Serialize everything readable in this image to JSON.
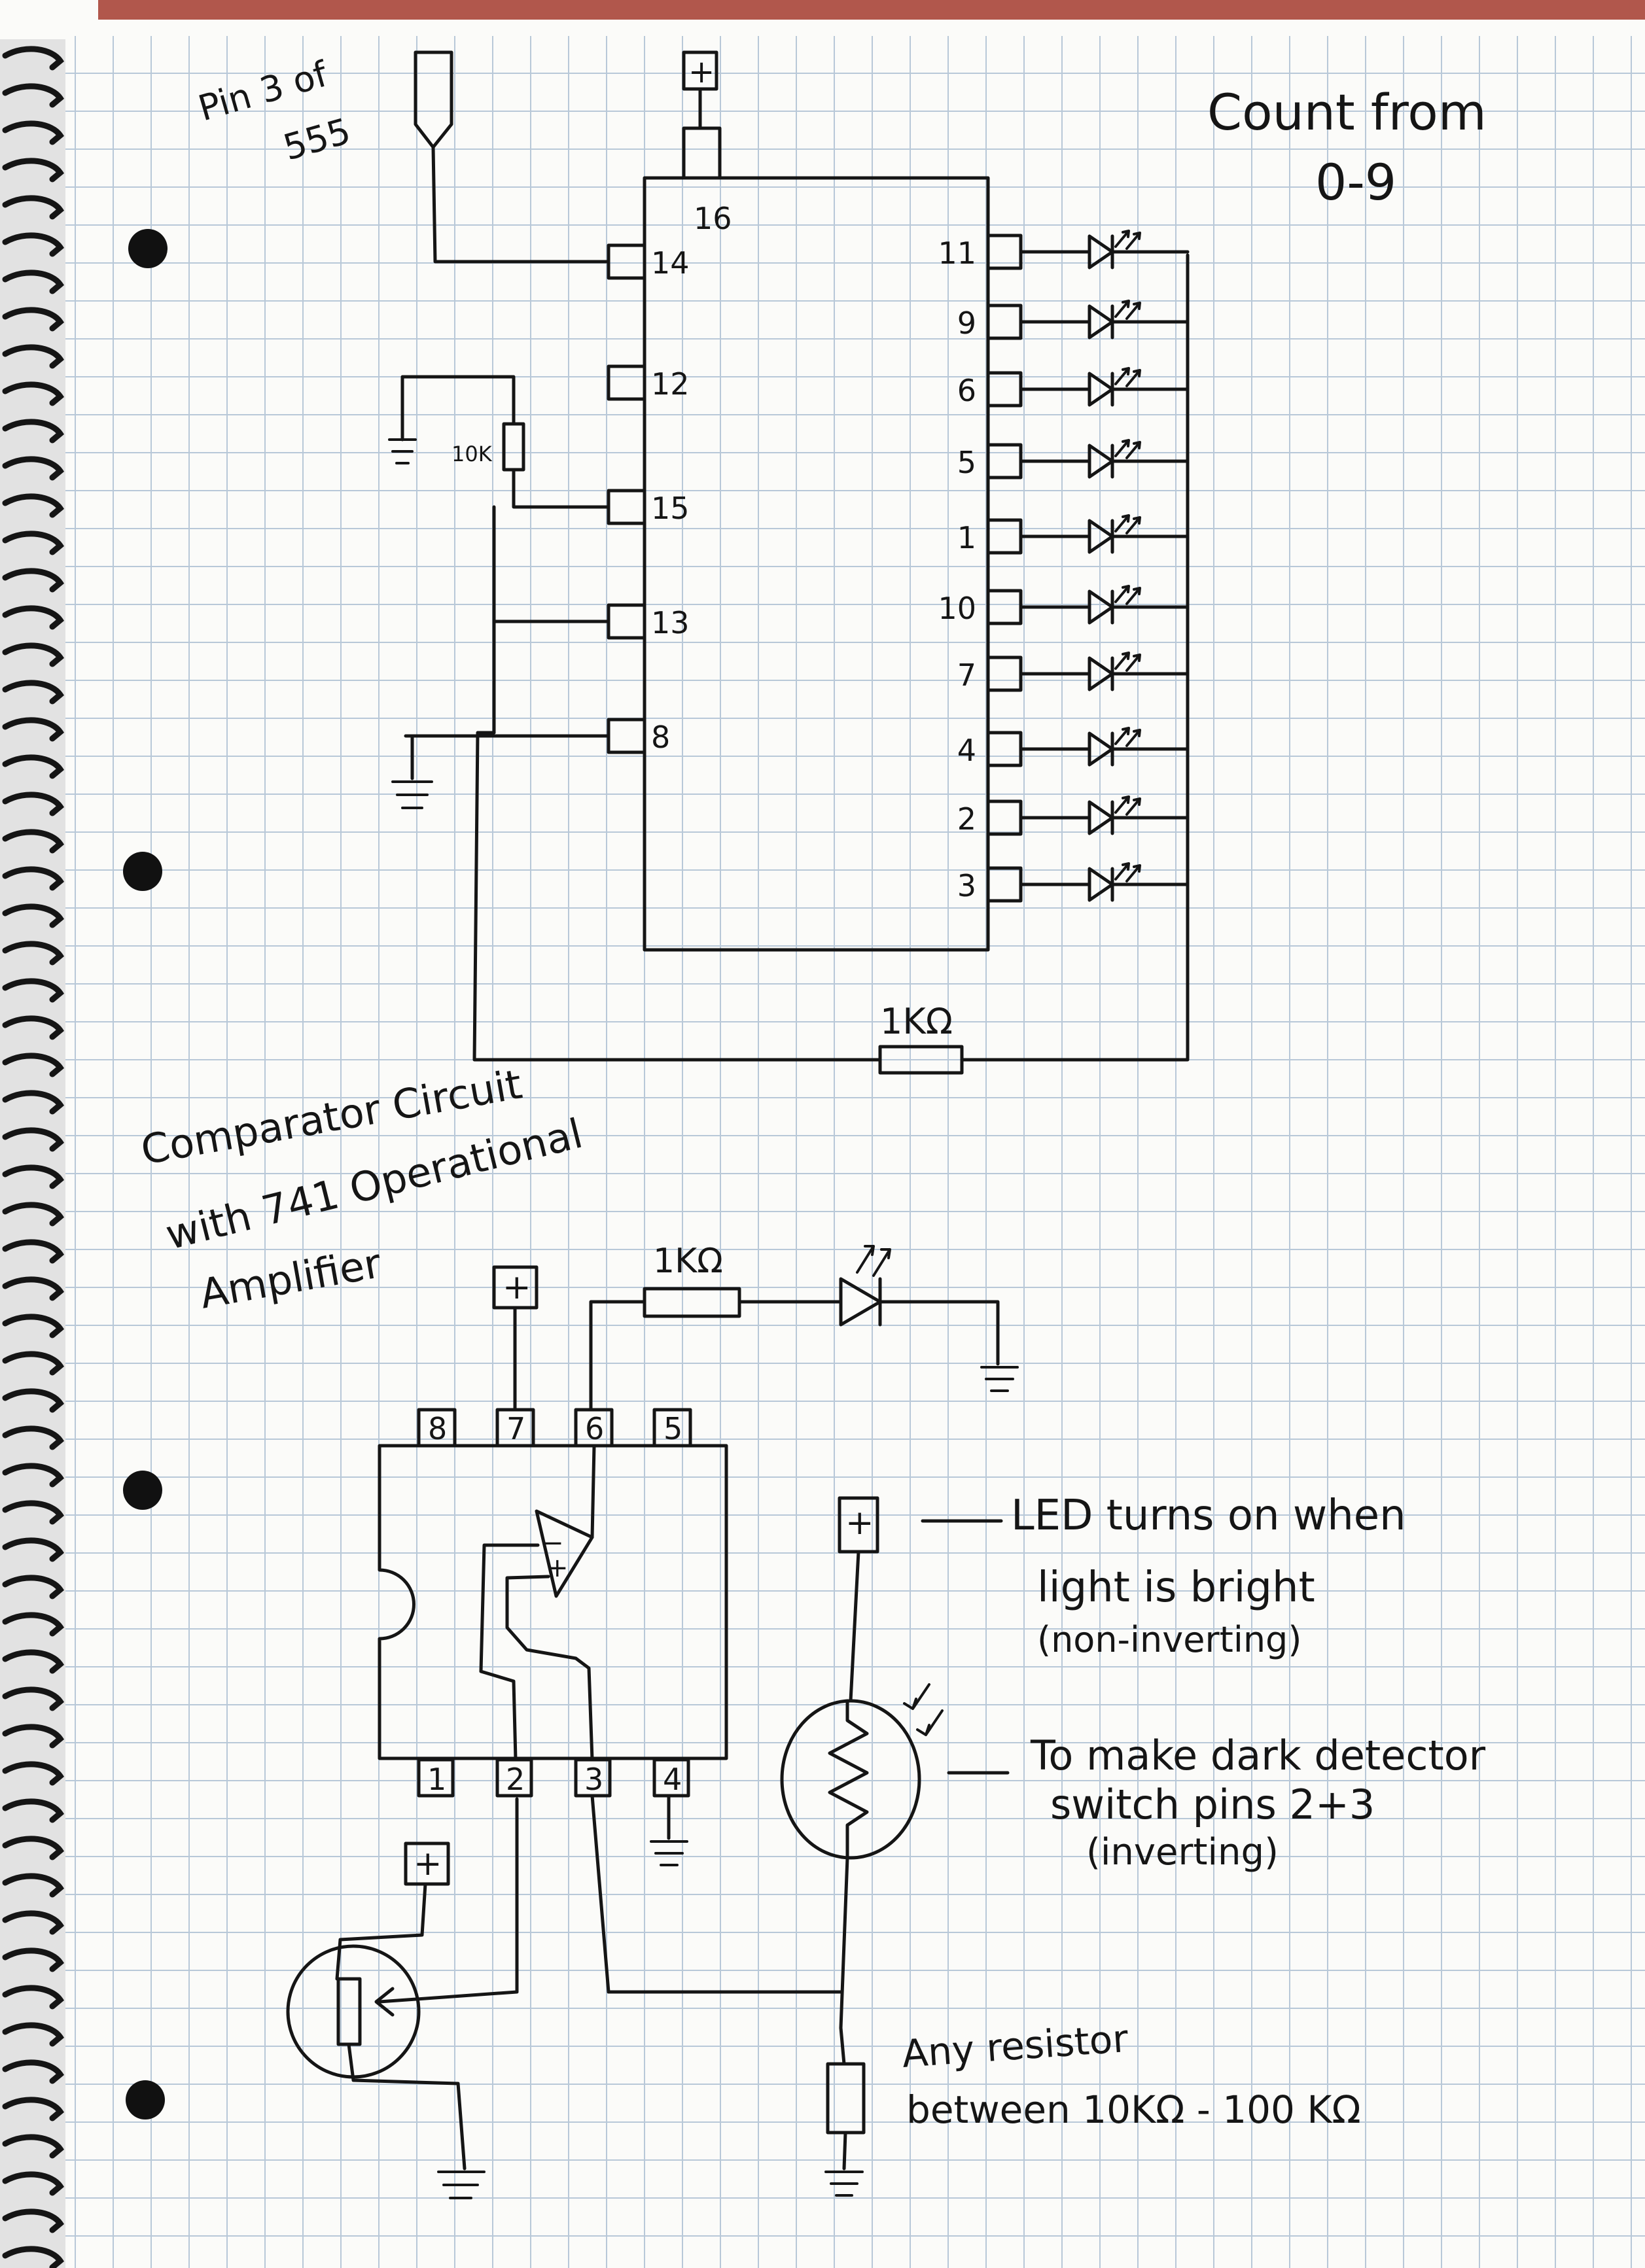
{
  "notes": {
    "title_top": [
      "Count from",
      "0-9"
    ],
    "pin_label": [
      "Pin 3 of",
      "555"
    ],
    "comparator_title": [
      "Comparator Circuit",
      "with 741 Operational",
      "Amplifier"
    ],
    "note_led": [
      "LED turns on when",
      "light is bright",
      "(non-inverting)"
    ],
    "note_dark": [
      "To make dark detector",
      "switch pins 2+3",
      "(inverting)"
    ],
    "note_resistor": [
      "Any resistor",
      "between 10KΩ - 100 KΩ"
    ]
  },
  "counter_ic": {
    "pin_top": "16",
    "pins_left": [
      "14",
      "12",
      "15",
      "13",
      "8"
    ],
    "pins_right": [
      "11",
      "9",
      "6",
      "5",
      "1",
      "10",
      "7",
      "4",
      "2",
      "3"
    ],
    "pot_label": "10K",
    "resistor_label": "1KΩ",
    "supply": "+"
  },
  "opamp_ic": {
    "pins_top": [
      "8",
      "7",
      "6",
      "5"
    ],
    "pins_bottom": [
      "1",
      "2",
      "3",
      "4"
    ],
    "opamp_minus": "−",
    "opamp_plus": "+",
    "resistor_label": "1KΩ",
    "supply": "+"
  },
  "colors": {
    "ink": "#151515",
    "grid": "#b8c8d8",
    "paper": "#fbfbf9",
    "binding": "#c8c8c8",
    "hole": "#111111",
    "top_edge": "#a33a2e"
  }
}
